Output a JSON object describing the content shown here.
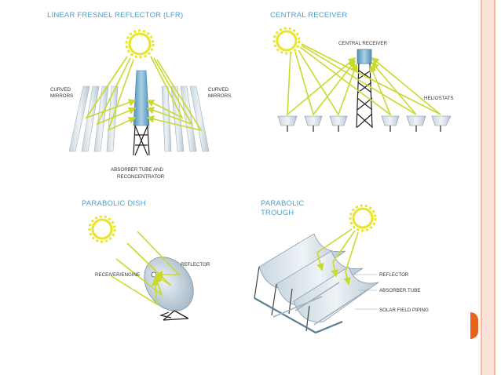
{
  "colors": {
    "title": "#4aa0cf",
    "sun": "#e7e52a",
    "ray": "#c9d92d",
    "mirror": "#d9e3ea",
    "tower": "#7fb2cf",
    "frame": "#f3b9a6",
    "accent": "#e8641c"
  },
  "lfr": {
    "title": "LINEAR FRESNEL REFLECTOR (LFR)",
    "left_label_1": "CURVED",
    "left_label_2": "MIRRORS",
    "right_label_1": "CURVED",
    "right_label_2": "MIRRORS",
    "bottom_label_1": "ABSORBER TUBE AND",
    "bottom_label_2": "RECONCENTRATOR"
  },
  "central": {
    "title": "CENTRAL RECEIVER",
    "receiver_label": "CENTRAL RECEIVER",
    "heliostats_label": "HELIOSTATS"
  },
  "dish": {
    "title": "PARABOLIC DISH",
    "receiver_label": "RECEIVER/ENGINE",
    "reflector_label": "REFLECTOR"
  },
  "trough": {
    "title_1": "PARABOLIC",
    "title_2": "TROUGH",
    "reflector_label": "REFLECTOR",
    "absorber_label": "ABSORBER TUBE",
    "piping_label": "SOLAR FIELD PIPING"
  }
}
